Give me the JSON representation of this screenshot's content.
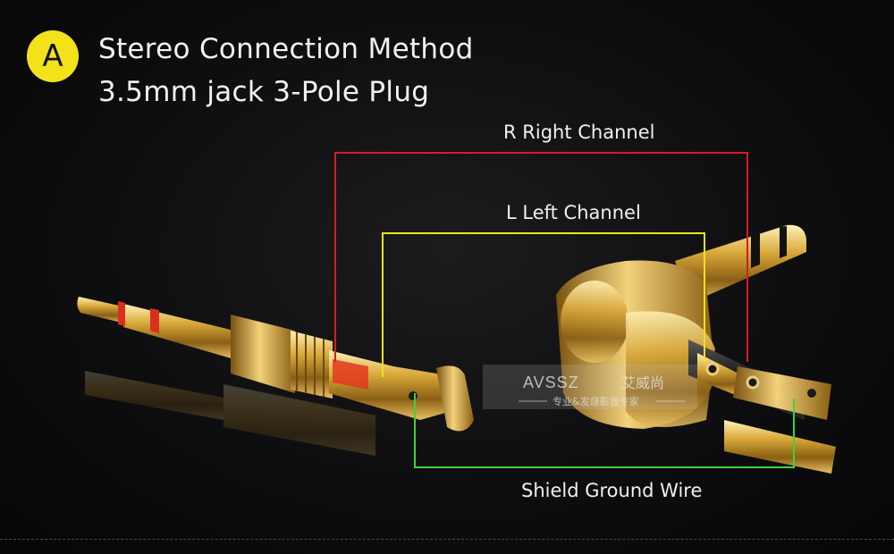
{
  "badge": {
    "letter": "A"
  },
  "title": {
    "line1": "Stereo Connection Method",
    "line2": "3.5mm jack 3-Pole Plug"
  },
  "labels": {
    "right": "R Right Channel",
    "left": "L Left Channel",
    "ground": "Shield Ground Wire"
  },
  "watermark": {
    "brand": "AVSSZ",
    "cn_name": "艾威尚",
    "tagline": "专业&发烧影音专家"
  },
  "colors": {
    "right_wire": "#d81c22",
    "left_wire": "#f0e11d",
    "ground_wire": "#3fd23a",
    "badge": "#f3e21a",
    "gold": "#d9a93a"
  }
}
